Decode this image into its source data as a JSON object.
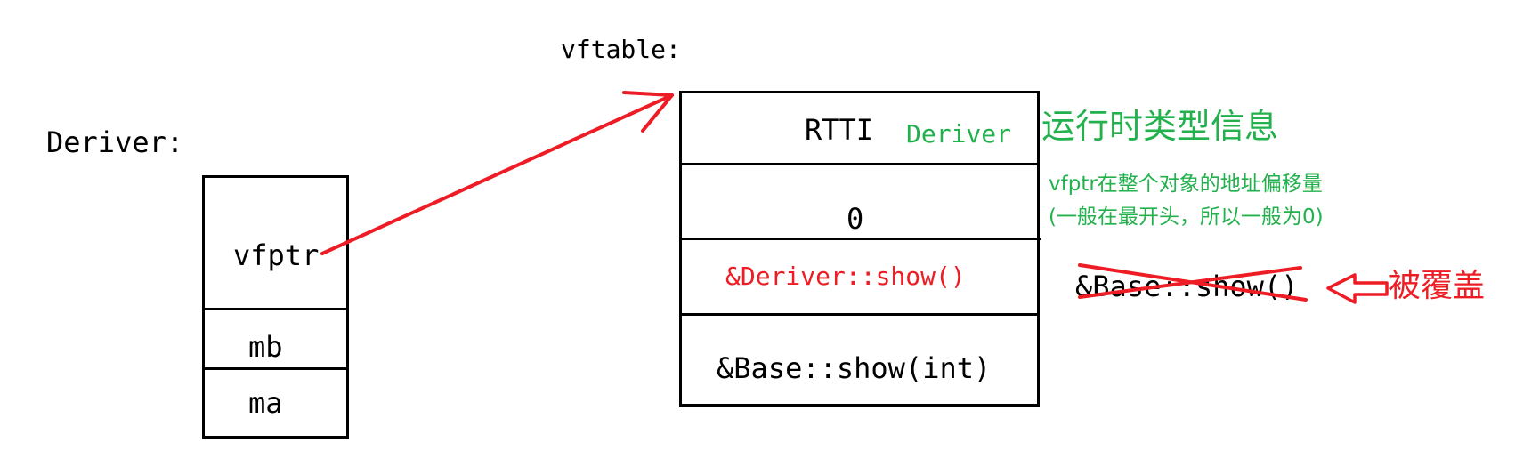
{
  "object": {
    "title": "Deriver:",
    "cells": [
      "vfptr",
      "mb",
      "ma"
    ]
  },
  "vftable": {
    "title": "vftable:",
    "cells": [
      "RTTI",
      "0",
      "&Deriver::show()",
      "&Base::show(int)"
    ],
    "rtti_type": "Deriver"
  },
  "annotations": {
    "rtti": "运行时类型信息",
    "offset_line1": "vfptr在整个对象的地址偏移量",
    "offset_line2": "(一般在最开头，所以一般为0)",
    "overridden_entry": "&Base::show()",
    "overridden_label": "被覆盖"
  },
  "colors": {
    "ink": "#000000",
    "red": "#ee1c24",
    "green": "#22b14c"
  }
}
